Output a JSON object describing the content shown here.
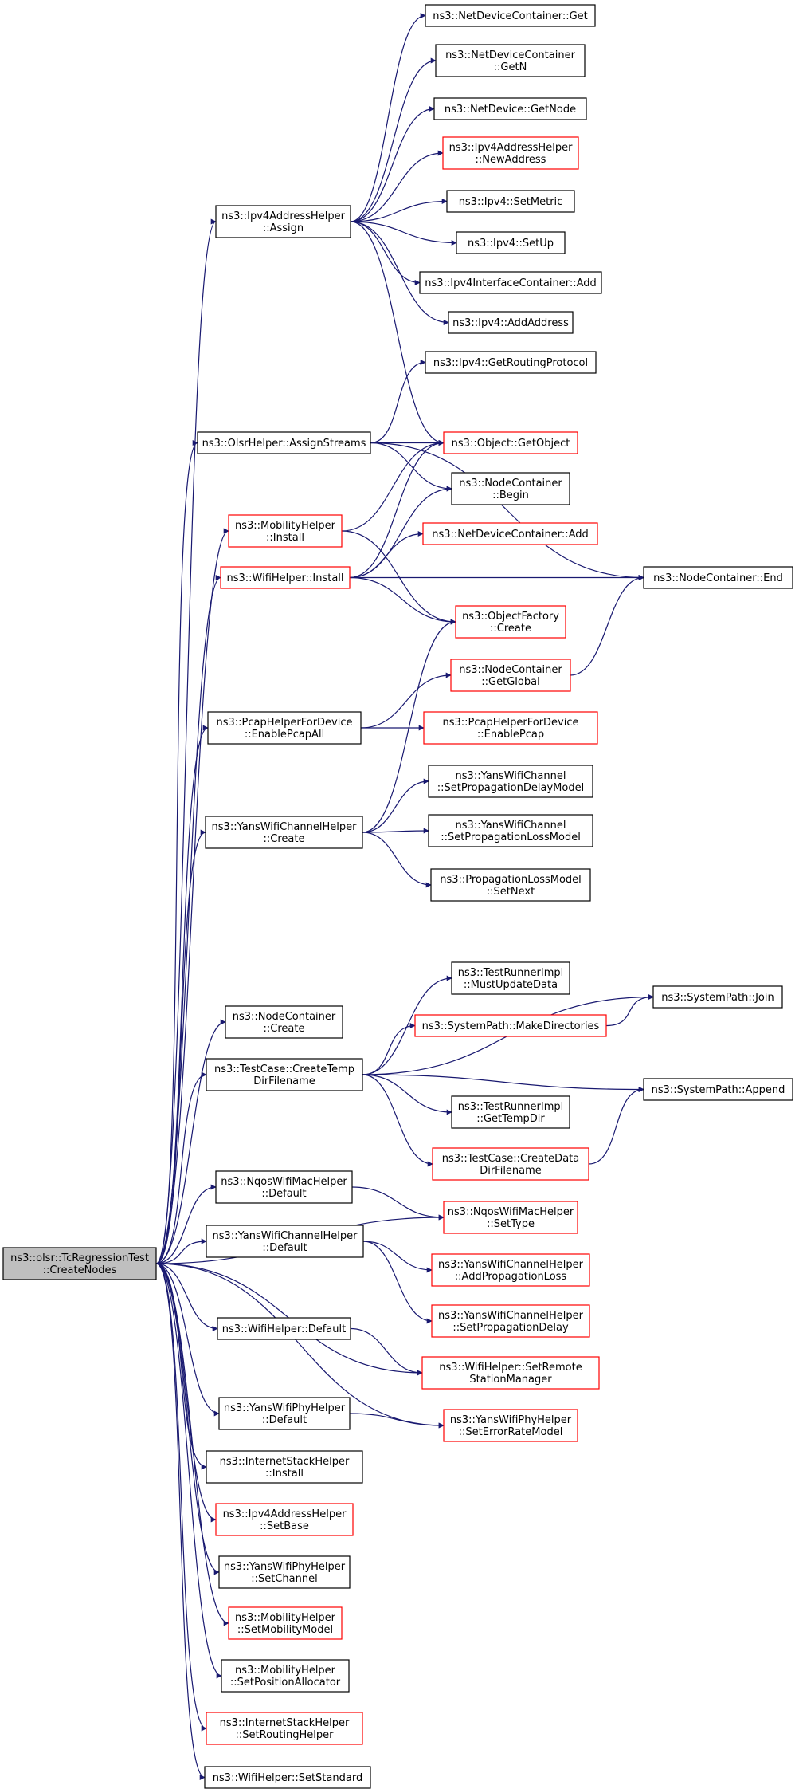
{
  "colors": {
    "edge": "#191970",
    "red_border": "#ff0000",
    "black_border": "#000000",
    "root_fill": "#bfbfbf"
  },
  "nodes": [
    {
      "id": "root",
      "lines": [
        "ns3::olsr::TcRegressionTest",
        "::CreateNodes"
      ],
      "border": "root"
    },
    {
      "id": "ipv4addr_assign",
      "lines": [
        "ns3::Ipv4AddressHelper",
        "::Assign"
      ],
      "border": "black"
    },
    {
      "id": "ndc_get",
      "lines": [
        "ns3::NetDeviceContainer::Get"
      ],
      "border": "black"
    },
    {
      "id": "ndc_getn",
      "lines": [
        "ns3::NetDeviceContainer",
        "::GetN"
      ],
      "border": "black"
    },
    {
      "id": "nd_getnode",
      "lines": [
        "ns3::NetDevice::GetNode"
      ],
      "border": "black"
    },
    {
      "id": "ipv4addr_newaddress",
      "lines": [
        "ns3::Ipv4AddressHelper",
        "::NewAddress"
      ],
      "border": "red"
    },
    {
      "id": "ipv4_setmetric",
      "lines": [
        "ns3::Ipv4::SetMetric"
      ],
      "border": "black"
    },
    {
      "id": "ipv4_setup",
      "lines": [
        "ns3::Ipv4::SetUp"
      ],
      "border": "black"
    },
    {
      "id": "ipv4ic_add",
      "lines": [
        "ns3::Ipv4InterfaceContainer::Add"
      ],
      "border": "black"
    },
    {
      "id": "ipv4_addaddress",
      "lines": [
        "ns3::Ipv4::AddAddress"
      ],
      "border": "black"
    },
    {
      "id": "ipv4_getrouting",
      "lines": [
        "ns3::Ipv4::GetRoutingProtocol"
      ],
      "border": "black"
    },
    {
      "id": "olsr_assign",
      "lines": [
        "ns3::OlsrHelper::AssignStreams"
      ],
      "border": "black"
    },
    {
      "id": "obj_getobject",
      "lines": [
        "ns3::Object::GetObject"
      ],
      "border": "red"
    },
    {
      "id": "nc_begin",
      "lines": [
        "ns3::NodeContainer",
        "::Begin"
      ],
      "border": "black"
    },
    {
      "id": "mob_install",
      "lines": [
        "ns3::MobilityHelper",
        "::Install"
      ],
      "border": "red"
    },
    {
      "id": "ndc_add",
      "lines": [
        "ns3::NetDeviceContainer::Add"
      ],
      "border": "red"
    },
    {
      "id": "wifi_install",
      "lines": [
        "ns3::WifiHelper::Install"
      ],
      "border": "red"
    },
    {
      "id": "nc_end",
      "lines": [
        "ns3::NodeContainer::End"
      ],
      "border": "black"
    },
    {
      "id": "of_create",
      "lines": [
        "ns3::ObjectFactory",
        "::Create"
      ],
      "border": "red"
    },
    {
      "id": "nc_getglobal",
      "lines": [
        "ns3::NodeContainer",
        "::GetGlobal"
      ],
      "border": "red"
    },
    {
      "id": "pcap_all",
      "lines": [
        "ns3::PcapHelperForDevice",
        "::EnablePcapAll"
      ],
      "border": "black"
    },
    {
      "id": "pcap_enable",
      "lines": [
        "ns3::PcapHelperForDevice",
        "::EnablePcap"
      ],
      "border": "red"
    },
    {
      "id": "ywc_setdelay",
      "lines": [
        "ns3::YansWifiChannel",
        "::SetPropagationDelayModel"
      ],
      "border": "black"
    },
    {
      "id": "ywch_create",
      "lines": [
        "ns3::YansWifiChannelHelper",
        "::Create"
      ],
      "border": "black"
    },
    {
      "id": "ywc_setloss",
      "lines": [
        "ns3::YansWifiChannel",
        "::SetPropagationLossModel"
      ],
      "border": "black"
    },
    {
      "id": "plm_setnext",
      "lines": [
        "ns3::PropagationLossModel",
        "::SetNext"
      ],
      "border": "black"
    },
    {
      "id": "tri_mustupdate",
      "lines": [
        "ns3::TestRunnerImpl",
        "::MustUpdateData"
      ],
      "border": "black"
    },
    {
      "id": "sp_join",
      "lines": [
        "ns3::SystemPath::Join"
      ],
      "border": "black"
    },
    {
      "id": "nc_create",
      "lines": [
        "ns3::NodeContainer",
        "::Create"
      ],
      "border": "black"
    },
    {
      "id": "sp_makedirs",
      "lines": [
        "ns3::SystemPath::MakeDirectories"
      ],
      "border": "red"
    },
    {
      "id": "tc_createtemp",
      "lines": [
        "ns3::TestCase::CreateTemp",
        "DirFilename"
      ],
      "border": "black"
    },
    {
      "id": "sp_append",
      "lines": [
        "ns3::SystemPath::Append"
      ],
      "border": "black"
    },
    {
      "id": "tri_gettempdir",
      "lines": [
        "ns3::TestRunnerImpl",
        "::GetTempDir"
      ],
      "border": "black"
    },
    {
      "id": "tc_createdata",
      "lines": [
        "ns3::TestCase::CreateData",
        "DirFilename"
      ],
      "border": "red"
    },
    {
      "id": "nqos_default",
      "lines": [
        "ns3::NqosWifiMacHelper",
        "::Default"
      ],
      "border": "black"
    },
    {
      "id": "nqos_settype",
      "lines": [
        "ns3::NqosWifiMacHelper",
        "::SetType"
      ],
      "border": "red"
    },
    {
      "id": "ywch_default",
      "lines": [
        "ns3::YansWifiChannelHelper",
        "::Default"
      ],
      "border": "black"
    },
    {
      "id": "ywch_addloss",
      "lines": [
        "ns3::YansWifiChannelHelper",
        "::AddPropagationLoss"
      ],
      "border": "red"
    },
    {
      "id": "ywch_setdelay",
      "lines": [
        "ns3::YansWifiChannelHelper",
        "::SetPropagationDelay"
      ],
      "border": "red"
    },
    {
      "id": "wifi_default",
      "lines": [
        "ns3::WifiHelper::Default"
      ],
      "border": "black"
    },
    {
      "id": "wifi_setremote",
      "lines": [
        "ns3::WifiHelper::SetRemote",
        "StationManager"
      ],
      "border": "red"
    },
    {
      "id": "ywph_default",
      "lines": [
        "ns3::YansWifiPhyHelper",
        "::Default"
      ],
      "border": "black"
    },
    {
      "id": "ywph_seterror",
      "lines": [
        "ns3::YansWifiPhyHelper",
        "::SetErrorRateModel"
      ],
      "border": "red"
    },
    {
      "id": "ish_install",
      "lines": [
        "ns3::InternetStackHelper",
        "::Install"
      ],
      "border": "black"
    },
    {
      "id": "ipv4addr_setbase",
      "lines": [
        "ns3::Ipv4AddressHelper",
        "::SetBase"
      ],
      "border": "red"
    },
    {
      "id": "ywph_setchannel",
      "lines": [
        "ns3::YansWifiPhyHelper",
        "::SetChannel"
      ],
      "border": "black"
    },
    {
      "id": "mob_setmodel",
      "lines": [
        "ns3::MobilityHelper",
        "::SetMobilityModel"
      ],
      "border": "red"
    },
    {
      "id": "mob_setpos",
      "lines": [
        "ns3::MobilityHelper",
        "::SetPositionAllocator"
      ],
      "border": "black"
    },
    {
      "id": "ish_setrouting",
      "lines": [
        "ns3::InternetStackHelper",
        "::SetRoutingHelper"
      ],
      "border": "red"
    },
    {
      "id": "wifi_setstandard",
      "lines": [
        "ns3::WifiHelper::SetStandard"
      ],
      "border": "black"
    }
  ],
  "edges": [
    [
      "root",
      "ipv4addr_assign"
    ],
    [
      "root",
      "olsr_assign"
    ],
    [
      "root",
      "mob_install"
    ],
    [
      "root",
      "wifi_install"
    ],
    [
      "root",
      "pcap_all"
    ],
    [
      "root",
      "ywch_create"
    ],
    [
      "root",
      "nc_create"
    ],
    [
      "root",
      "tc_createtemp"
    ],
    [
      "root",
      "nqos_settype"
    ],
    [
      "root",
      "nqos_default"
    ],
    [
      "root",
      "ywch_default"
    ],
    [
      "root",
      "wifi_setremote"
    ],
    [
      "root",
      "wifi_default"
    ],
    [
      "root",
      "ywph_seterror"
    ],
    [
      "root",
      "ywph_default"
    ],
    [
      "root",
      "ish_install"
    ],
    [
      "root",
      "ipv4addr_setbase"
    ],
    [
      "root",
      "ywph_setchannel"
    ],
    [
      "root",
      "mob_setmodel"
    ],
    [
      "root",
      "mob_setpos"
    ],
    [
      "root",
      "ish_setrouting"
    ],
    [
      "root",
      "wifi_setstandard"
    ],
    [
      "ipv4addr_assign",
      "ndc_get"
    ],
    [
      "ipv4addr_assign",
      "ndc_getn"
    ],
    [
      "ipv4addr_assign",
      "nd_getnode"
    ],
    [
      "ipv4addr_assign",
      "ipv4addr_newaddress"
    ],
    [
      "ipv4addr_assign",
      "ipv4_setmetric"
    ],
    [
      "ipv4addr_assign",
      "ipv4_setup"
    ],
    [
      "ipv4addr_assign",
      "ipv4ic_add"
    ],
    [
      "ipv4addr_assign",
      "ipv4_addaddress"
    ],
    [
      "ipv4addr_assign",
      "obj_getobject"
    ],
    [
      "olsr_assign",
      "ipv4_getrouting"
    ],
    [
      "olsr_assign",
      "obj_getobject"
    ],
    [
      "olsr_assign",
      "nc_begin"
    ],
    [
      "olsr_assign",
      "nc_end"
    ],
    [
      "mob_install",
      "obj_getobject"
    ],
    [
      "mob_install",
      "of_create"
    ],
    [
      "wifi_install",
      "obj_getobject"
    ],
    [
      "wifi_install",
      "nc_begin"
    ],
    [
      "wifi_install",
      "ndc_add"
    ],
    [
      "wifi_install",
      "nc_end"
    ],
    [
      "wifi_install",
      "of_create"
    ],
    [
      "nc_getglobal",
      "nc_end"
    ],
    [
      "pcap_all",
      "nc_getglobal"
    ],
    [
      "pcap_all",
      "pcap_enable"
    ],
    [
      "ywch_create",
      "of_create"
    ],
    [
      "ywch_create",
      "ywc_setdelay"
    ],
    [
      "ywch_create",
      "ywc_setloss"
    ],
    [
      "ywch_create",
      "plm_setnext"
    ],
    [
      "tc_createtemp",
      "sp_join"
    ],
    [
      "tc_createtemp",
      "tri_mustupdate"
    ],
    [
      "tc_createtemp",
      "sp_makedirs"
    ],
    [
      "tc_createtemp",
      "sp_append"
    ],
    [
      "tc_createtemp",
      "tri_gettempdir"
    ],
    [
      "tc_createtemp",
      "tc_createdata"
    ],
    [
      "sp_makedirs",
      "sp_join"
    ],
    [
      "tc_createdata",
      "sp_append"
    ],
    [
      "nqos_default",
      "nqos_settype"
    ],
    [
      "ywch_default",
      "ywch_addloss"
    ],
    [
      "ywch_default",
      "ywch_setdelay"
    ],
    [
      "wifi_default",
      "wifi_setremote"
    ],
    [
      "ywph_default",
      "ywph_seterror"
    ]
  ]
}
